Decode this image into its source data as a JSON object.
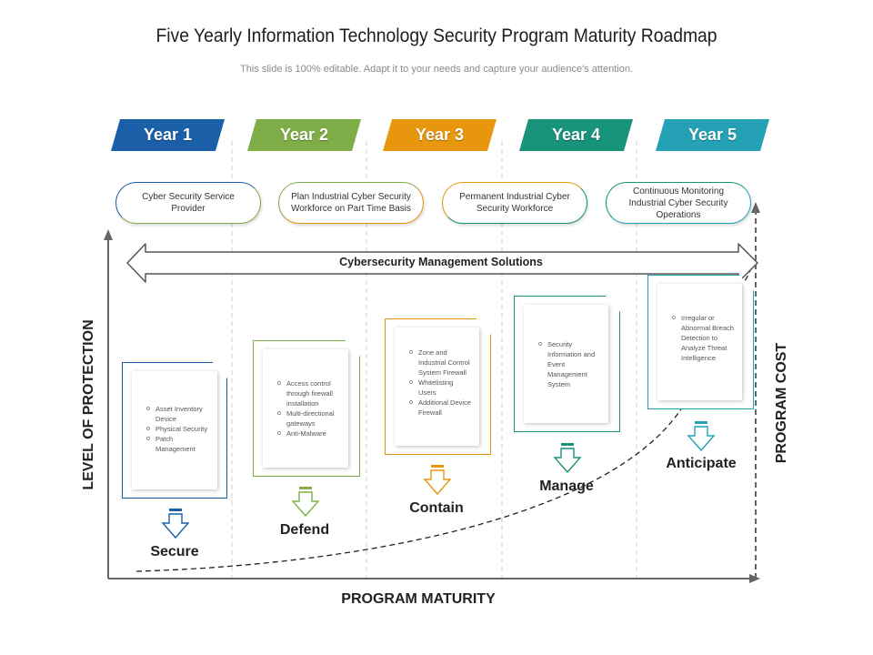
{
  "header": {
    "title": "Five Yearly Information Technology Security Program Maturity Roadmap",
    "subtitle": "This slide is 100% editable. Adapt it to your needs and capture your audience's attention."
  },
  "years": [
    {
      "label": "Year 1",
      "color": "#1b5fa8"
    },
    {
      "label": "Year 2",
      "color": "#7fae49"
    },
    {
      "label": "Year 3",
      "color": "#e8960e"
    },
    {
      "label": "Year 4",
      "color": "#17937a"
    },
    {
      "label": "Year 5",
      "color": "#25a1b5"
    }
  ],
  "pills": [
    {
      "text": "Cyber Security Service Provider",
      "border_color": "#7fae49"
    },
    {
      "text": "Plan Industrial Cyber Security Workforce on Part Time Basis",
      "border_color": "#e8960e"
    },
    {
      "text": "Permanent Industrial Cyber Security Workforce",
      "border_color": "#e8960e"
    },
    {
      "text": "Continuous Monitoring Industrial Cyber Security Operations",
      "border_color": "#25a1b5"
    }
  ],
  "banner": {
    "label": "Cybersecurity Management Solutions"
  },
  "stages": [
    {
      "name": "Secure",
      "color": "#1b5fa8",
      "items": [
        "Asset Inventory Device",
        "Physical Security",
        "Patch Management"
      ]
    },
    {
      "name": "Defend",
      "color": "#7fae49",
      "items": [
        "Access control through firewall installation",
        "Multi-directional gateways",
        "Anti-Malware"
      ]
    },
    {
      "name": "Contain",
      "color": "#e8960e",
      "items": [
        "Zone and Industrial Control System Firewall",
        "Whitelisting Users",
        "Additional Device Firewall"
      ]
    },
    {
      "name": "Manage",
      "color": "#17937a",
      "items": [
        "Security Information and Event Management System"
      ]
    },
    {
      "name": "Anticipate",
      "color": "#25a1b5",
      "items": [
        "Irregular or Abnormal Breach Detection to Analyze Threat Intelligence"
      ]
    }
  ],
  "axes": {
    "y_label": "LEVEL OF PROTECTION",
    "x_label": "PROGRAM MATURITY",
    "y2_label": "PROGRAM COST"
  }
}
